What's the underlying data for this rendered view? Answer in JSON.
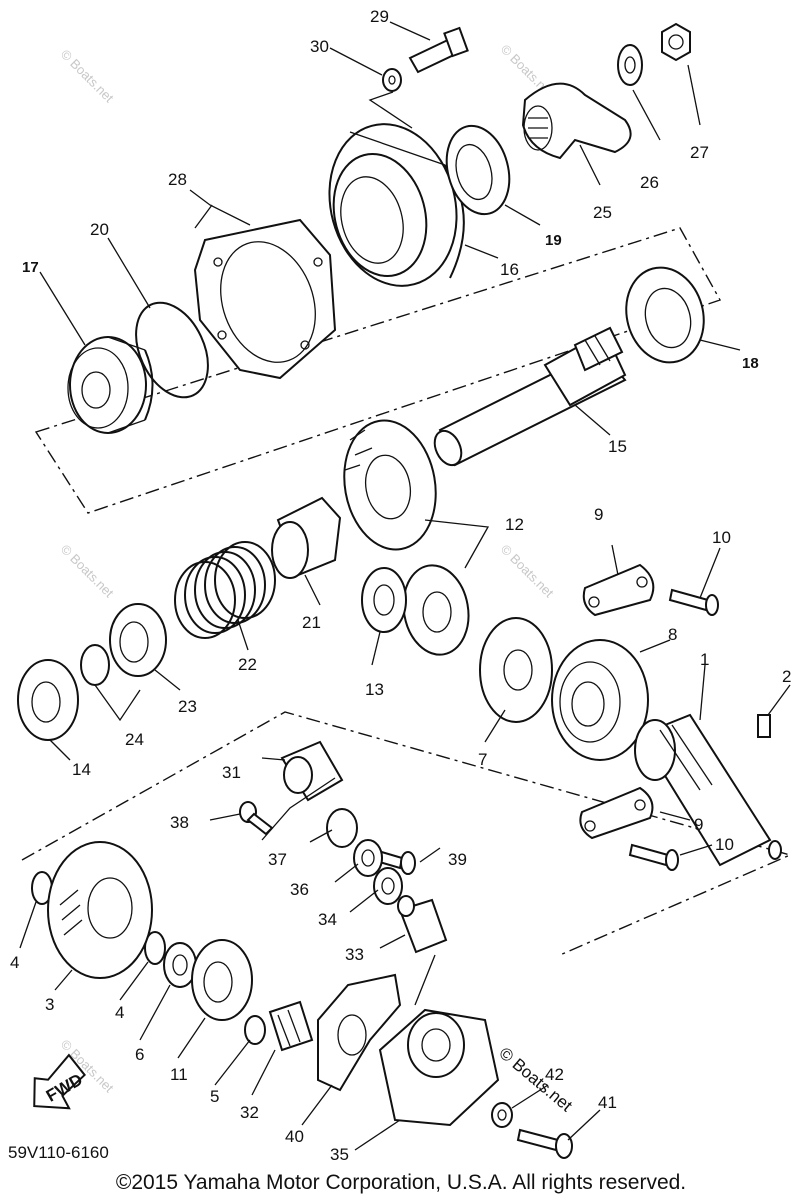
{
  "diagram": {
    "part_labels": {
      "p1": "1",
      "p2": "2",
      "p3": "3",
      "p4a": "4",
      "p4b": "4",
      "p5": "5",
      "p6": "6",
      "p7": "7",
      "p8": "8",
      "p9a": "9",
      "p9b": "9",
      "p10a": "10",
      "p10b": "10",
      "p11": "11",
      "p12": "12",
      "p13": "13",
      "p14": "14",
      "p15": "15",
      "p16": "16",
      "p17": "17",
      "p18": "18",
      "p19": "19",
      "p20": "20",
      "p21": "21",
      "p22": "22",
      "p23": "23",
      "p24": "24",
      "p25": "25",
      "p26": "26",
      "p27": "27",
      "p28": "28",
      "p29": "29",
      "p30": "30",
      "p31": "31",
      "p32": "32",
      "p33": "33",
      "p34": "34",
      "p35": "35",
      "p36": "36",
      "p37": "37",
      "p38": "38",
      "p39": "39",
      "p40": "40",
      "p41": "41",
      "p42": "42"
    },
    "fwd_label": "FWD",
    "diagram_code": "59V110-6160",
    "watermarks": {
      "w1": "© Boats.net",
      "w2": "© Boats.net",
      "w3": "© Boats.net",
      "w4": "© Boats.net",
      "w5": "© Boats.net",
      "w6": "© Boats.net"
    },
    "watermark_large": "© Boats.net"
  },
  "copyright": "©2015 Yamaha Motor Corporation, U.S.A. All rights reserved."
}
